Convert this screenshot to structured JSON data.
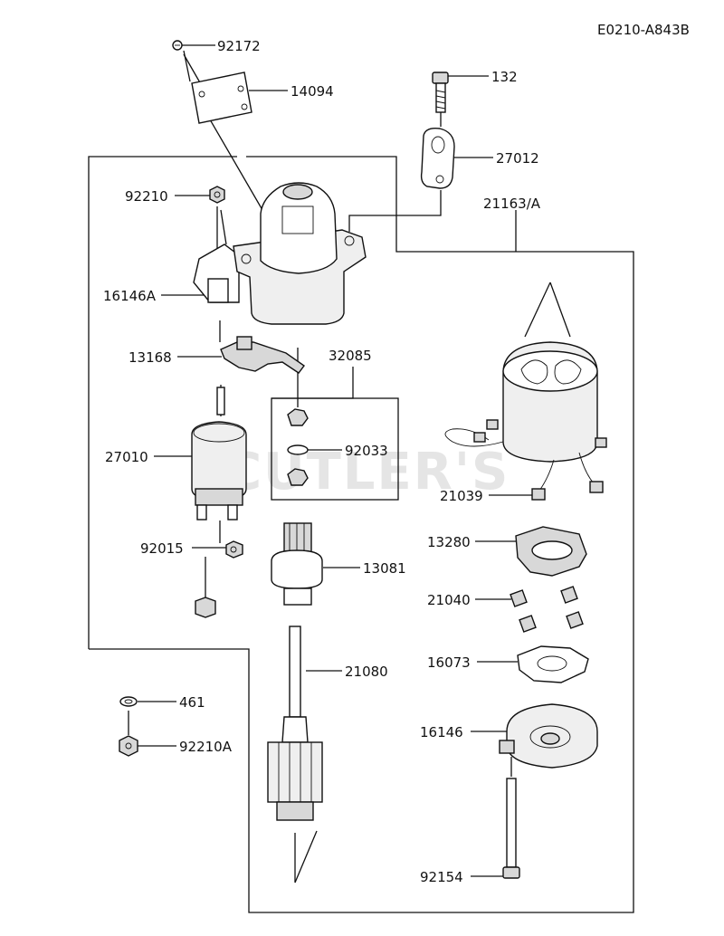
{
  "diagram_code": "E0210-A843B",
  "watermark": "CUTLER'S",
  "parts": [
    {
      "id": "p92172",
      "label": "92172"
    },
    {
      "id": "p14094",
      "label": "14094"
    },
    {
      "id": "p132",
      "label": "132"
    },
    {
      "id": "p27012",
      "label": "27012"
    },
    {
      "id": "p92210",
      "label": "92210"
    },
    {
      "id": "p21163A",
      "label": "21163/A"
    },
    {
      "id": "p16146A",
      "label": "16146A"
    },
    {
      "id": "p13168",
      "label": "13168"
    },
    {
      "id": "p32085",
      "label": "32085"
    },
    {
      "id": "p27010",
      "label": "27010"
    },
    {
      "id": "p92033",
      "label": "92033"
    },
    {
      "id": "p21039",
      "label": "21039"
    },
    {
      "id": "p92015",
      "label": "92015"
    },
    {
      "id": "p13081",
      "label": "13081"
    },
    {
      "id": "p13280",
      "label": "13280"
    },
    {
      "id": "p21040",
      "label": "21040"
    },
    {
      "id": "p16073",
      "label": "16073"
    },
    {
      "id": "p21080",
      "label": "21080"
    },
    {
      "id": "p461",
      "label": "461"
    },
    {
      "id": "p92210A",
      "label": "92210A"
    },
    {
      "id": "p16146",
      "label": "16146"
    },
    {
      "id": "p92154",
      "label": "92154"
    }
  ]
}
